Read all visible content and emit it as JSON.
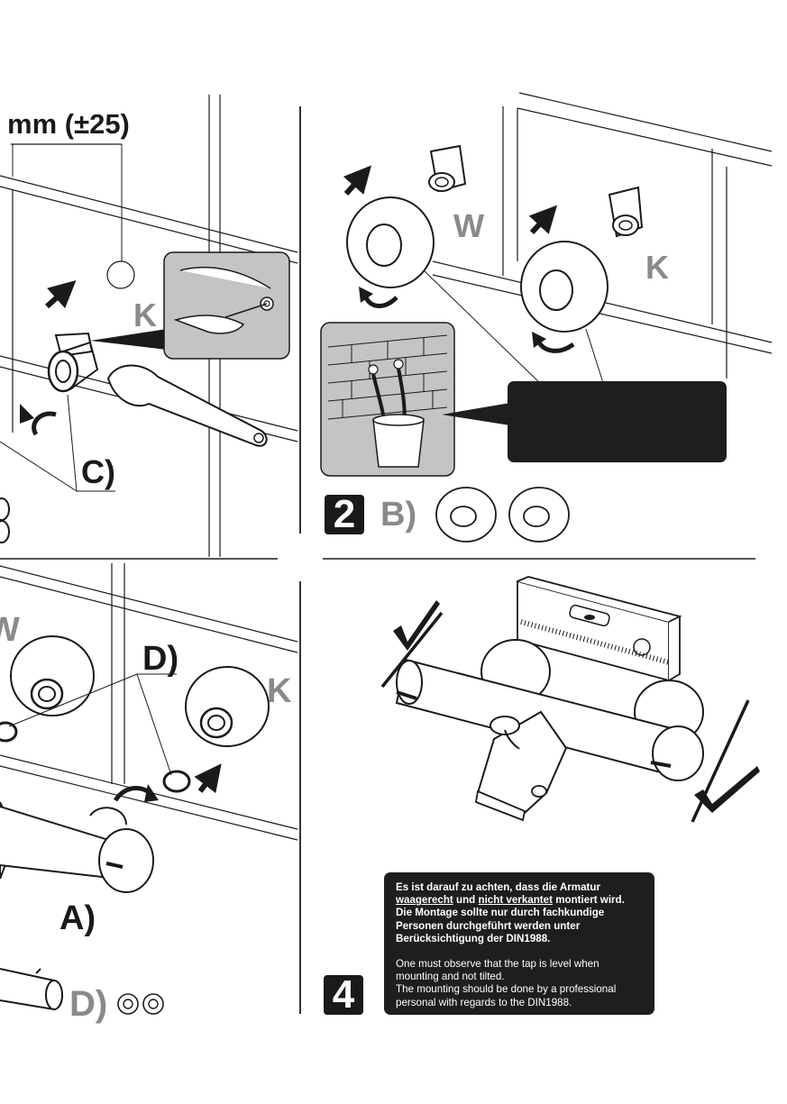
{
  "panel1": {
    "measure": "mm (±25)",
    "label_k": "K",
    "label_c": "C)"
  },
  "panel2": {
    "label_w": "W",
    "label_k": "K",
    "step": "2",
    "label_b": "B)"
  },
  "panel3": {
    "label_w": "W",
    "label_d_top": "D)",
    "label_k": "K",
    "label_a": "A)",
    "label_d_bottom": "D)"
  },
  "panel4": {
    "step": "4",
    "notice": {
      "de_1": "Es ist darauf zu achten, dass die Armatur",
      "de_2a": "waagerecht",
      "de_2b": " und ",
      "de_2c": "nicht verkantet",
      "de_2d": " montiert wird.",
      "de_3": "Die Montage sollte nur durch fachkundige",
      "de_4": "Personen durchgeführt werden unter",
      "de_5": "Berücksichtigung der DIN1988.",
      "en_1": "One must observe that the tap is level when",
      "en_2": "mounting and not tilted.",
      "en_3": "The mounting should be done by a professional",
      "en_4": "personal with regards to the DIN1988."
    }
  },
  "colors": {
    "ink": "#1a1a1a",
    "label_grey": "#8a8a8a",
    "inset_grey": "#c4c4c4",
    "dark_box": "#1e1e1e"
  }
}
